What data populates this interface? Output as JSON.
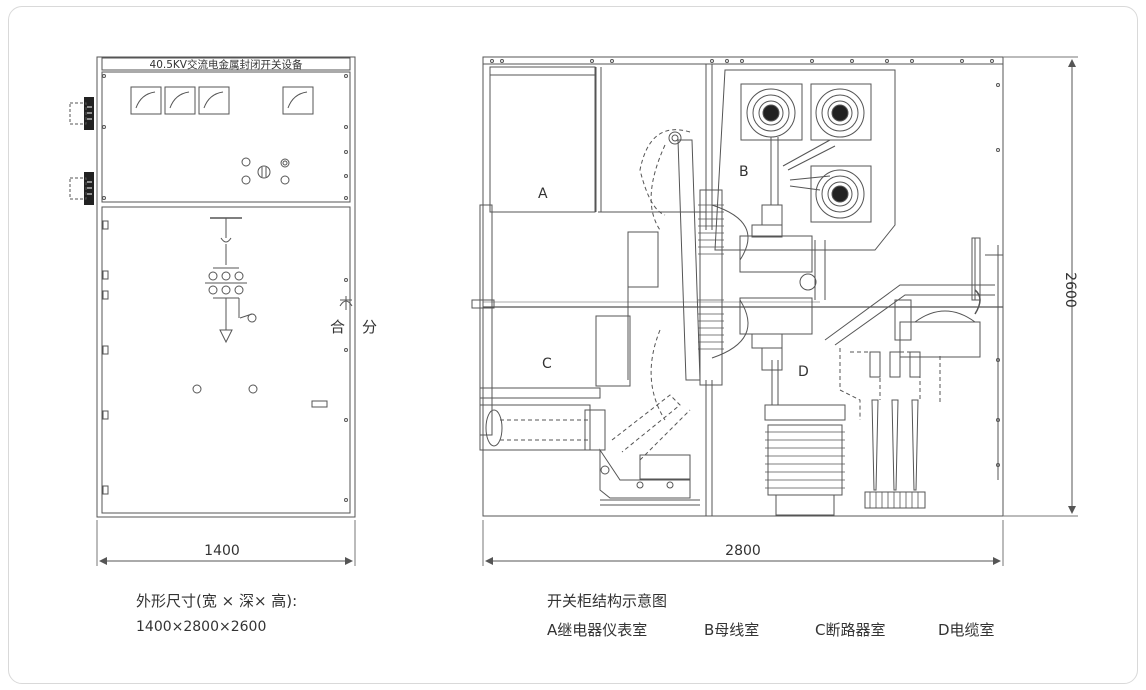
{
  "front_view": {
    "nameplate": "40.5KV交流电金属封闭开关设备",
    "close_label": "合",
    "open_label": "分",
    "width_dim": "1400"
  },
  "section_view": {
    "compartment_a": "A",
    "compartment_b": "B",
    "compartment_c": "C",
    "compartment_d": "D",
    "height_dim": "2600",
    "depth_dim": "2800"
  },
  "captions": {
    "dimensions_title": "外形尺寸(宽 × 深× 高):",
    "dimensions_value": "1400×2800×2600",
    "structure_title": "开关柜结构示意图",
    "legend": [
      "A继电器仪表室",
      "B母线室",
      "C断路器室",
      "D电缆室"
    ]
  },
  "colors": {
    "line": "#555555",
    "frame_border": "#d9d9d9",
    "dark_fill": "#222222"
  }
}
